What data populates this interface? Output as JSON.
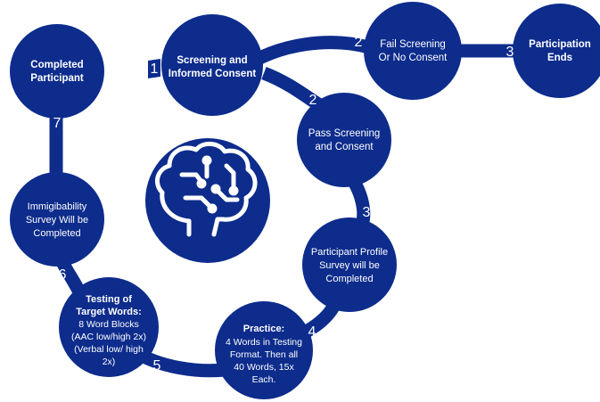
{
  "colors": {
    "primary": "#0d2c8c",
    "text_on_primary": "#ffffff",
    "background": "#ffffff"
  },
  "steps": {
    "screening": {
      "lines": [
        "Screening and",
        "Informed Consent"
      ],
      "bold": true
    },
    "fail": {
      "lines": [
        "Fail Screening",
        "Or No Consent"
      ],
      "bold": false
    },
    "ends": {
      "lines": [
        "Participation",
        "Ends"
      ],
      "bold": true
    },
    "pass": {
      "lines": [
        "Pass Screening",
        "and Consent"
      ],
      "bold": false
    },
    "profile": {
      "lines": [
        "Participant Profile",
        "Survey will be",
        "Completed"
      ],
      "bold": false
    },
    "practice": {
      "title": "Practice:",
      "lines": [
        "4 Words in Testing",
        "Format. Then all",
        "40 Words, 15x",
        "Each."
      ]
    },
    "testing": {
      "title_lines": [
        "Testing of",
        "Target Words:"
      ],
      "lines": [
        "8 Word Blocks",
        "(AAC low/high 2x)",
        "(Verbal low/ high",
        "2x)"
      ]
    },
    "survey": {
      "lines": [
        "Immigibability",
        "Survey Will be",
        "Completed"
      ],
      "bold": false
    },
    "completed": {
      "lines": [
        "Completed",
        "Participant"
      ],
      "bold": true
    }
  },
  "connector_numbers": {
    "to_screening": "1",
    "to_fail": "2",
    "to_ends": "3",
    "to_pass": "2",
    "to_profile": "3",
    "to_practice": "4",
    "to_testing": "5",
    "to_survey": "6",
    "to_completed": "7"
  },
  "center_icon": "brain-circuit-icon"
}
